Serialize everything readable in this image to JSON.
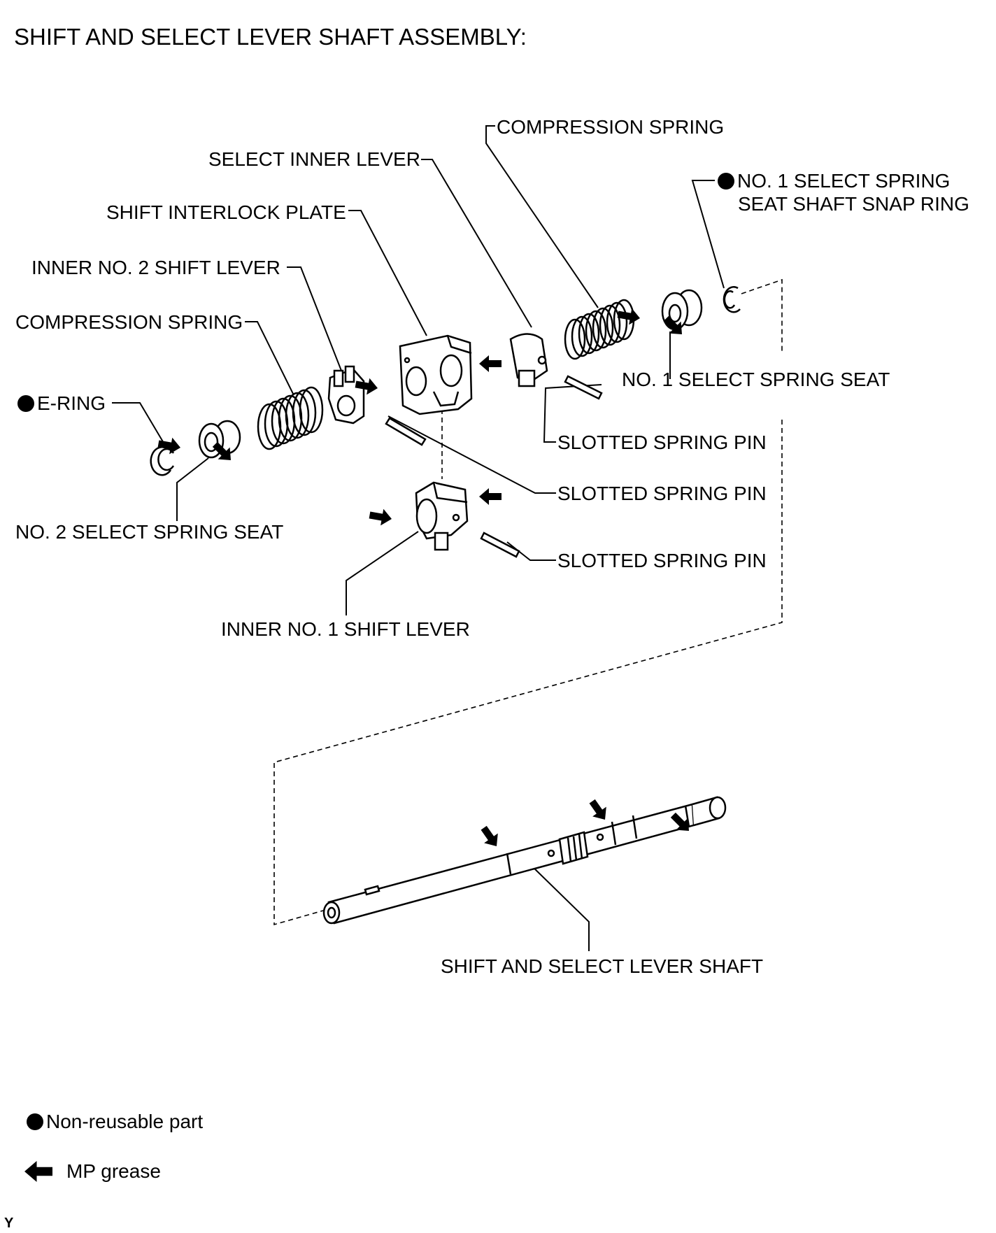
{
  "title": "SHIFT AND SELECT LEVER SHAFT ASSEMBLY:",
  "labels": {
    "compression_spring_top": "COMPRESSION SPRING",
    "select_inner_lever": "SELECT INNER LEVER",
    "snap_ring_line1": "NO. 1 SELECT SPRING",
    "snap_ring_line2": "SEAT SHAFT SNAP RING",
    "shift_interlock_plate": "SHIFT INTERLOCK PLATE",
    "inner_no2_shift_lever": "INNER NO. 2 SHIFT LEVER",
    "compression_spring_left": "COMPRESSION SPRING",
    "no1_select_spring_seat": "NO. 1 SELECT SPRING SEAT",
    "e_ring": "E-RING",
    "slotted_spring_pin_1": "SLOTTED SPRING PIN",
    "slotted_spring_pin_2": "SLOTTED SPRING PIN",
    "slotted_spring_pin_3": "SLOTTED SPRING PIN",
    "no2_select_spring_seat": "NO. 2 SELECT SPRING SEAT",
    "inner_no1_shift_lever": "INNER NO. 1 SHIFT LEVER",
    "shift_and_select_lever_shaft": "SHIFT AND SELECT LEVER SHAFT"
  },
  "legend": {
    "non_reusable": "Non-reusable part",
    "mp_grease": "MP grease"
  },
  "corner_mark": "Y",
  "colors": {
    "ink": "#000000",
    "paper": "#ffffff"
  }
}
